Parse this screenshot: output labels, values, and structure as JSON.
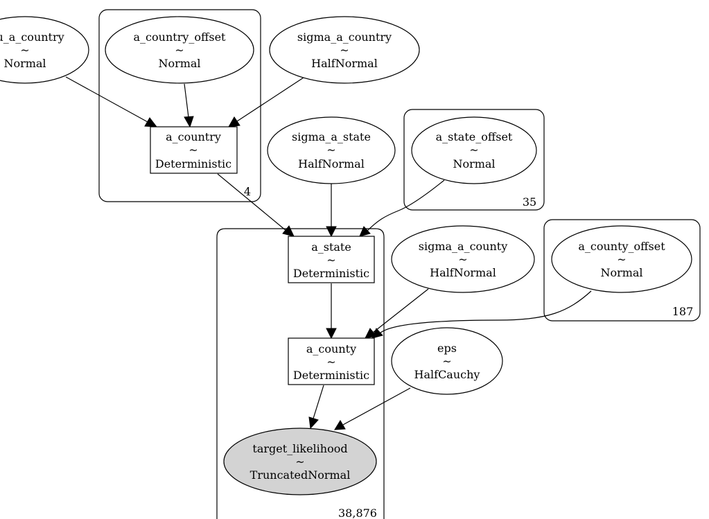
{
  "nodes": {
    "mu_a_country": {
      "name": "mu_a_country",
      "sep": "~",
      "dist": "Normal"
    },
    "a_country_offset": {
      "name": "a_country_offset",
      "sep": "~",
      "dist": "Normal"
    },
    "sigma_a_country": {
      "name": "sigma_a_country",
      "sep": "~",
      "dist": "HalfNormal"
    },
    "a_country": {
      "name": "a_country",
      "sep": "~",
      "dist": "Deterministic"
    },
    "sigma_a_state": {
      "name": "sigma_a_state",
      "sep": "~",
      "dist": "HalfNormal"
    },
    "a_state_offset": {
      "name": "a_state_offset",
      "sep": "~",
      "dist": "Normal"
    },
    "a_state": {
      "name": "a_state",
      "sep": "~",
      "dist": "Deterministic"
    },
    "sigma_a_county": {
      "name": "sigma_a_county",
      "sep": "~",
      "dist": "HalfNormal"
    },
    "a_county_offset": {
      "name": "a_county_offset",
      "sep": "~",
      "dist": "Normal"
    },
    "a_county": {
      "name": "a_county",
      "sep": "~",
      "dist": "Deterministic"
    },
    "eps": {
      "name": "eps",
      "sep": "~",
      "dist": "HalfCauchy"
    },
    "target_likelihood": {
      "name": "target_likelihood",
      "sep": "~",
      "dist": "TruncatedNormal"
    }
  },
  "plates": {
    "country": "4",
    "state": "35",
    "county": "187",
    "obs": "38,876"
  },
  "edges": [
    [
      "mu_a_country",
      "a_country"
    ],
    [
      "a_country_offset",
      "a_country"
    ],
    [
      "sigma_a_country",
      "a_country"
    ],
    [
      "a_country",
      "a_state"
    ],
    [
      "sigma_a_state",
      "a_state"
    ],
    [
      "a_state_offset",
      "a_state"
    ],
    [
      "a_state",
      "a_county"
    ],
    [
      "sigma_a_county",
      "a_county"
    ],
    [
      "a_county_offset",
      "a_county"
    ],
    [
      "a_county",
      "target_likelihood"
    ],
    [
      "eps",
      "target_likelihood"
    ]
  ]
}
